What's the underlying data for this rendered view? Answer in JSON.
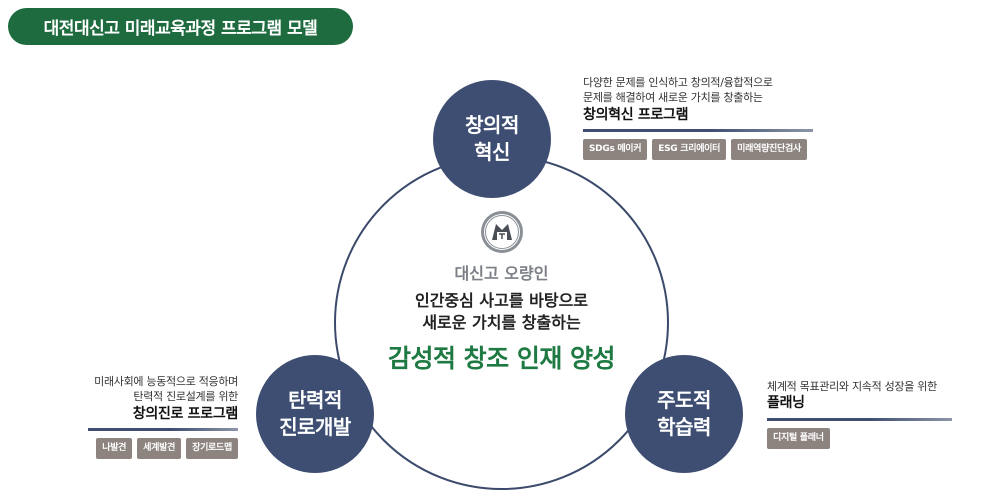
{
  "header": {
    "title": "대전대신고 미래교육과정 프로그램 모델"
  },
  "center": {
    "emblem_icon": "school-emblem-icon",
    "subtitle": "대신고 오량인",
    "line1": "인간중심 사고를 바탕으로",
    "line2": "새로운 가치를 창출하는",
    "main": "감성적 창조 인재 양성"
  },
  "nodes": {
    "top": {
      "line1": "창의적",
      "line2": "혁신"
    },
    "left": {
      "line1": "탄력적",
      "line2": "진로개발"
    },
    "right": {
      "line1": "주도적",
      "line2": "학습력"
    }
  },
  "groups": {
    "top": {
      "desc_lines": [
        "다양한 문제를 인식하고 창의적/융합적으로",
        "문제를 해결하여 새로운 가치를 창출하는"
      ],
      "program": "창의혁신 프로그램",
      "tags": [
        "SDGs 메이커",
        "ESG 크리에이터",
        "미래역량진단검사"
      ]
    },
    "left": {
      "desc_lines": [
        "미래사회에 능동적으로 적응하며",
        "탄력적 진로설계를 위한"
      ],
      "program": "창의진로 프로그램",
      "tags": [
        "나발견",
        "세계발견",
        "장기로드맵"
      ]
    },
    "right": {
      "desc_lines": [
        "체계적 목표관리와 지속적 성장을 위한"
      ],
      "program": "플래닝",
      "tags": [
        "디지털 플래너"
      ]
    }
  },
  "colors": {
    "title_bg": "#1e6b3f",
    "node_bg": "#3e4e72",
    "accent_green": "#1e7a42",
    "tag_bg": "#8d8480"
  }
}
